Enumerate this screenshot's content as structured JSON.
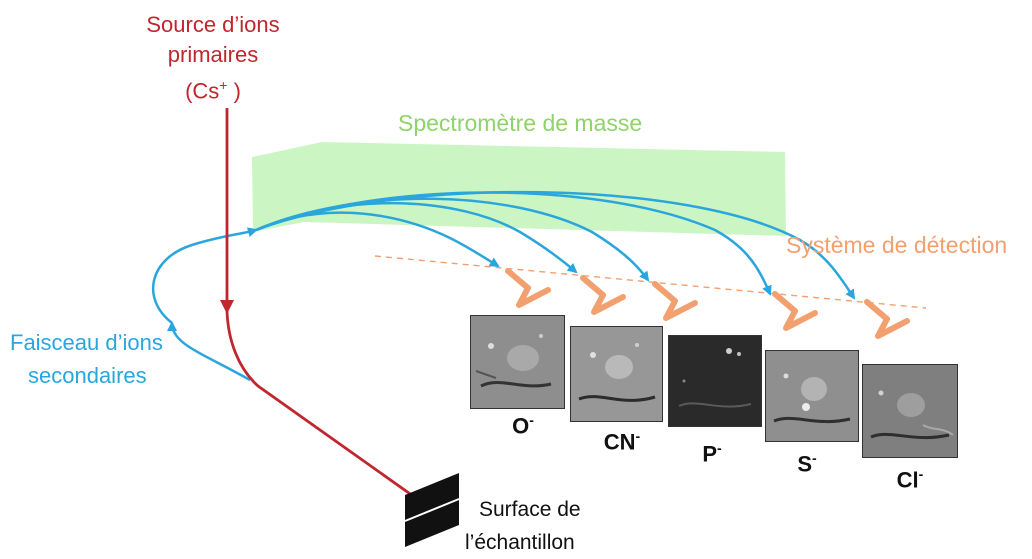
{
  "labels": {
    "source_line1": "Source d’ions",
    "source_line2": "primaires",
    "source_line3_pre": "(Cs",
    "source_line3_sup": "+",
    "source_line3_post": " )",
    "spectrometer": "Spectromètre de masse",
    "detection": "Système de détection",
    "secondary_line1": "Faisceau d’ions",
    "secondary_line2": "secondaires",
    "surface_line1": "Surface de",
    "surface_line2": "l’échantillon"
  },
  "ions": [
    {
      "base": "O",
      "charge": "-"
    },
    {
      "base": "CN",
      "charge": "-"
    },
    {
      "base": "P",
      "charge": "-"
    },
    {
      "base": "S",
      "charge": "-"
    },
    {
      "base": "Cl",
      "charge": "-"
    }
  ],
  "colors": {
    "primary_beam": "#c0262d",
    "secondary_beam": "#2aa6dc",
    "spectrometer": "#c8f5c0",
    "spectrometer_text": "#8fd36b",
    "detector": "#f2a06f"
  }
}
